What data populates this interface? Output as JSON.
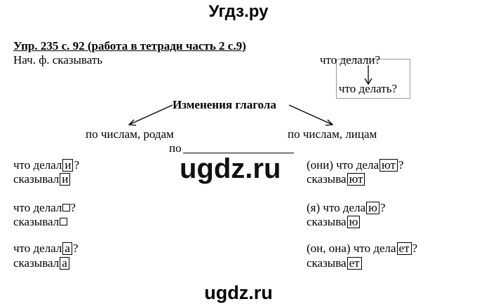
{
  "header": {
    "site": "Угдз.ру"
  },
  "exercise": {
    "title": "Упр. 235 с. 92 (работа в тетради часть 2 с.9)",
    "initial_form": "Нач. ф. сказывать"
  },
  "questions": {
    "q1": "что делали?",
    "q2": "что делать?"
  },
  "heading": "Изменения глагола",
  "branches": {
    "left": "по числам, родам",
    "right": "по числам, лицам"
  },
  "po": "по",
  "watermark": {
    "middle": "ugdz.ru",
    "bottom": "ugdz.ru"
  },
  "left_column": [
    {
      "q_prefix": "что делал",
      "q_ending": "и",
      "q_suffix": "?",
      "v_prefix": "сказывал",
      "v_ending": "и"
    },
    {
      "q_prefix": "что делал",
      "q_ending": "",
      "q_suffix": "?",
      "v_prefix": "сказывал",
      "v_ending": ""
    },
    {
      "q_prefix": "что делал",
      "q_ending": "а",
      "q_suffix": "?",
      "v_prefix": "сказывал",
      "v_ending": "а"
    }
  ],
  "right_column": [
    {
      "q_prefix": "(они) что дела",
      "q_ending": "ют",
      "q_suffix": "?",
      "v_prefix": "сказыва",
      "v_ending": "ют"
    },
    {
      "q_prefix": "(я) что дела",
      "q_ending": "ю",
      "q_suffix": "?",
      "v_prefix": "сказыва",
      "v_ending": "ю"
    },
    {
      "q_prefix": "(он, она) что дела",
      "q_ending": "ет",
      "q_suffix": "?",
      "v_prefix": "сказыва",
      "v_ending": "ет"
    }
  ]
}
